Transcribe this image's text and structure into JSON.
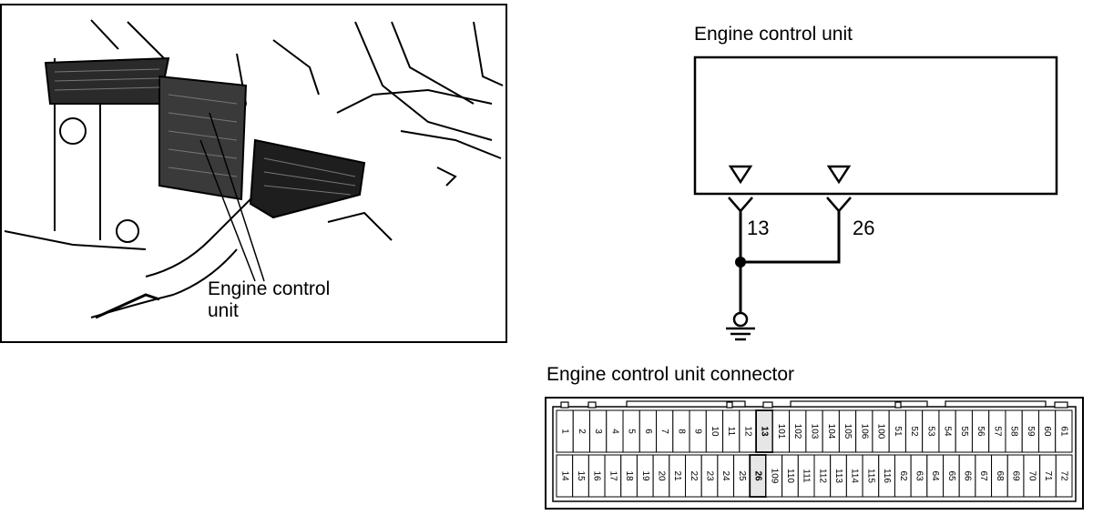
{
  "photo": {
    "label_line1": "Engine control",
    "label_line2": "unit"
  },
  "schematic": {
    "title": "Engine control unit",
    "terminal_a": "13",
    "terminal_b": "26"
  },
  "connector": {
    "title": "Engine control unit connector",
    "top_row": [
      "1",
      "2",
      "3",
      "4",
      "5",
      "6",
      "7",
      "8",
      "9",
      "10",
      "11",
      "12",
      "13",
      "101",
      "102",
      "103",
      "104",
      "105",
      "106",
      "100",
      "51",
      "52",
      "53",
      "54",
      "55",
      "56",
      "57",
      "58",
      "59",
      "60",
      "61"
    ],
    "bottom_row": [
      "14",
      "15",
      "16",
      "17",
      "18",
      "19",
      "20",
      "21",
      "22",
      "23",
      "24",
      "25",
      "26",
      "109",
      "110",
      "111",
      "112",
      "113",
      "114",
      "115",
      "116",
      "62",
      "63",
      "64",
      "65",
      "66",
      "67",
      "68",
      "69",
      "70",
      "71",
      "72"
    ],
    "highlighted": [
      "13",
      "26"
    ]
  }
}
